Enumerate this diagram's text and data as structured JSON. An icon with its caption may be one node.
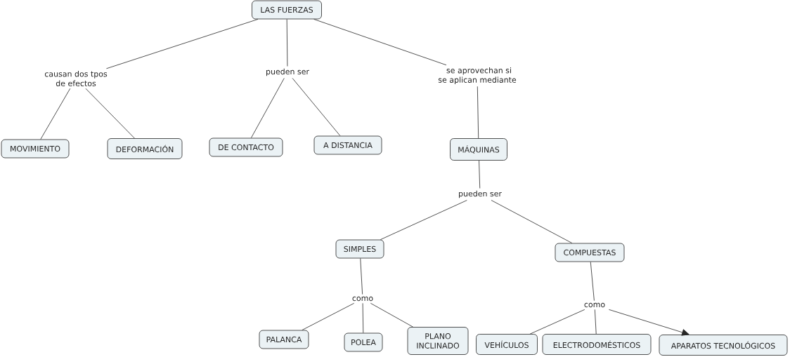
{
  "diagram": {
    "nodes": [
      {
        "text": [
          "LAS FUERZAS"
        ]
      },
      {
        "text": [
          "causan dos tpos de efectos"
        ]
      },
      {
        "text": [
          "pueden ser"
        ]
      },
      {
        "text": [
          "se aprovechan si se aplican mediante"
        ]
      },
      {
        "text": [
          "MOVIMIENTO"
        ]
      },
      {
        "text": [
          "DEFORMACIÓN"
        ]
      },
      {
        "text": [
          "DE CONTACTO"
        ]
      },
      {
        "text": [
          "A DISTANCIA"
        ]
      },
      {
        "text": [
          "MÁQUINAS"
        ]
      },
      {
        "text": [
          "pueden ser"
        ]
      },
      {
        "text": [
          "SIMPLES"
        ]
      },
      {
        "text": [
          "COMPUESTAS"
        ]
      },
      {
        "text": [
          "como"
        ]
      },
      {
        "text": [
          "como"
        ]
      },
      {
        "text": [
          "PALANCA"
        ]
      },
      {
        "text": [
          "POLEA"
        ]
      },
      {
        "text": [
          "PLANO INCLINADO"
        ]
      },
      {
        "text": [
          "VEHÍCULOS"
        ]
      },
      {
        "text": [
          "ELECTRODOMÉSTICOS"
        ]
      },
      {
        "text": [
          "APARATOS TECNOLÓGICOS"
        ]
      }
    ],
    "edges": [
      {
        "from": 0,
        "to": 1,
        "arrow": "none"
      },
      {
        "from": 0,
        "to": 2,
        "arrow": "none"
      },
      {
        "from": 0,
        "to": 3,
        "arrow": "none"
      },
      {
        "from": 1,
        "to": 4,
        "arrow": "none"
      },
      {
        "from": 1,
        "to": 5,
        "arrow": "none"
      },
      {
        "from": 2,
        "to": 6,
        "arrow": "none"
      },
      {
        "from": 2,
        "to": 7,
        "arrow": "none"
      },
      {
        "from": 3,
        "to": 8,
        "arrow": "none"
      },
      {
        "from": 8,
        "to": 9,
        "arrow": "none"
      },
      {
        "from": 9,
        "to": 10,
        "arrow": "none"
      },
      {
        "from": 9,
        "to": 11,
        "arrow": "none"
      },
      {
        "from": 10,
        "to": 12,
        "arrow": "none"
      },
      {
        "from": 11,
        "to": 13,
        "arrow": "none"
      },
      {
        "from": 12,
        "to": 14,
        "arrow": "none"
      },
      {
        "from": 12,
        "to": 15,
        "arrow": "none"
      },
      {
        "from": 12,
        "to": 16,
        "arrow": "none"
      },
      {
        "from": 13,
        "to": 17,
        "arrow": "none"
      },
      {
        "from": 13,
        "to": 18,
        "arrow": "none"
      },
      {
        "from": 13,
        "to": 19,
        "arrow": "to"
      }
    ]
  }
}
